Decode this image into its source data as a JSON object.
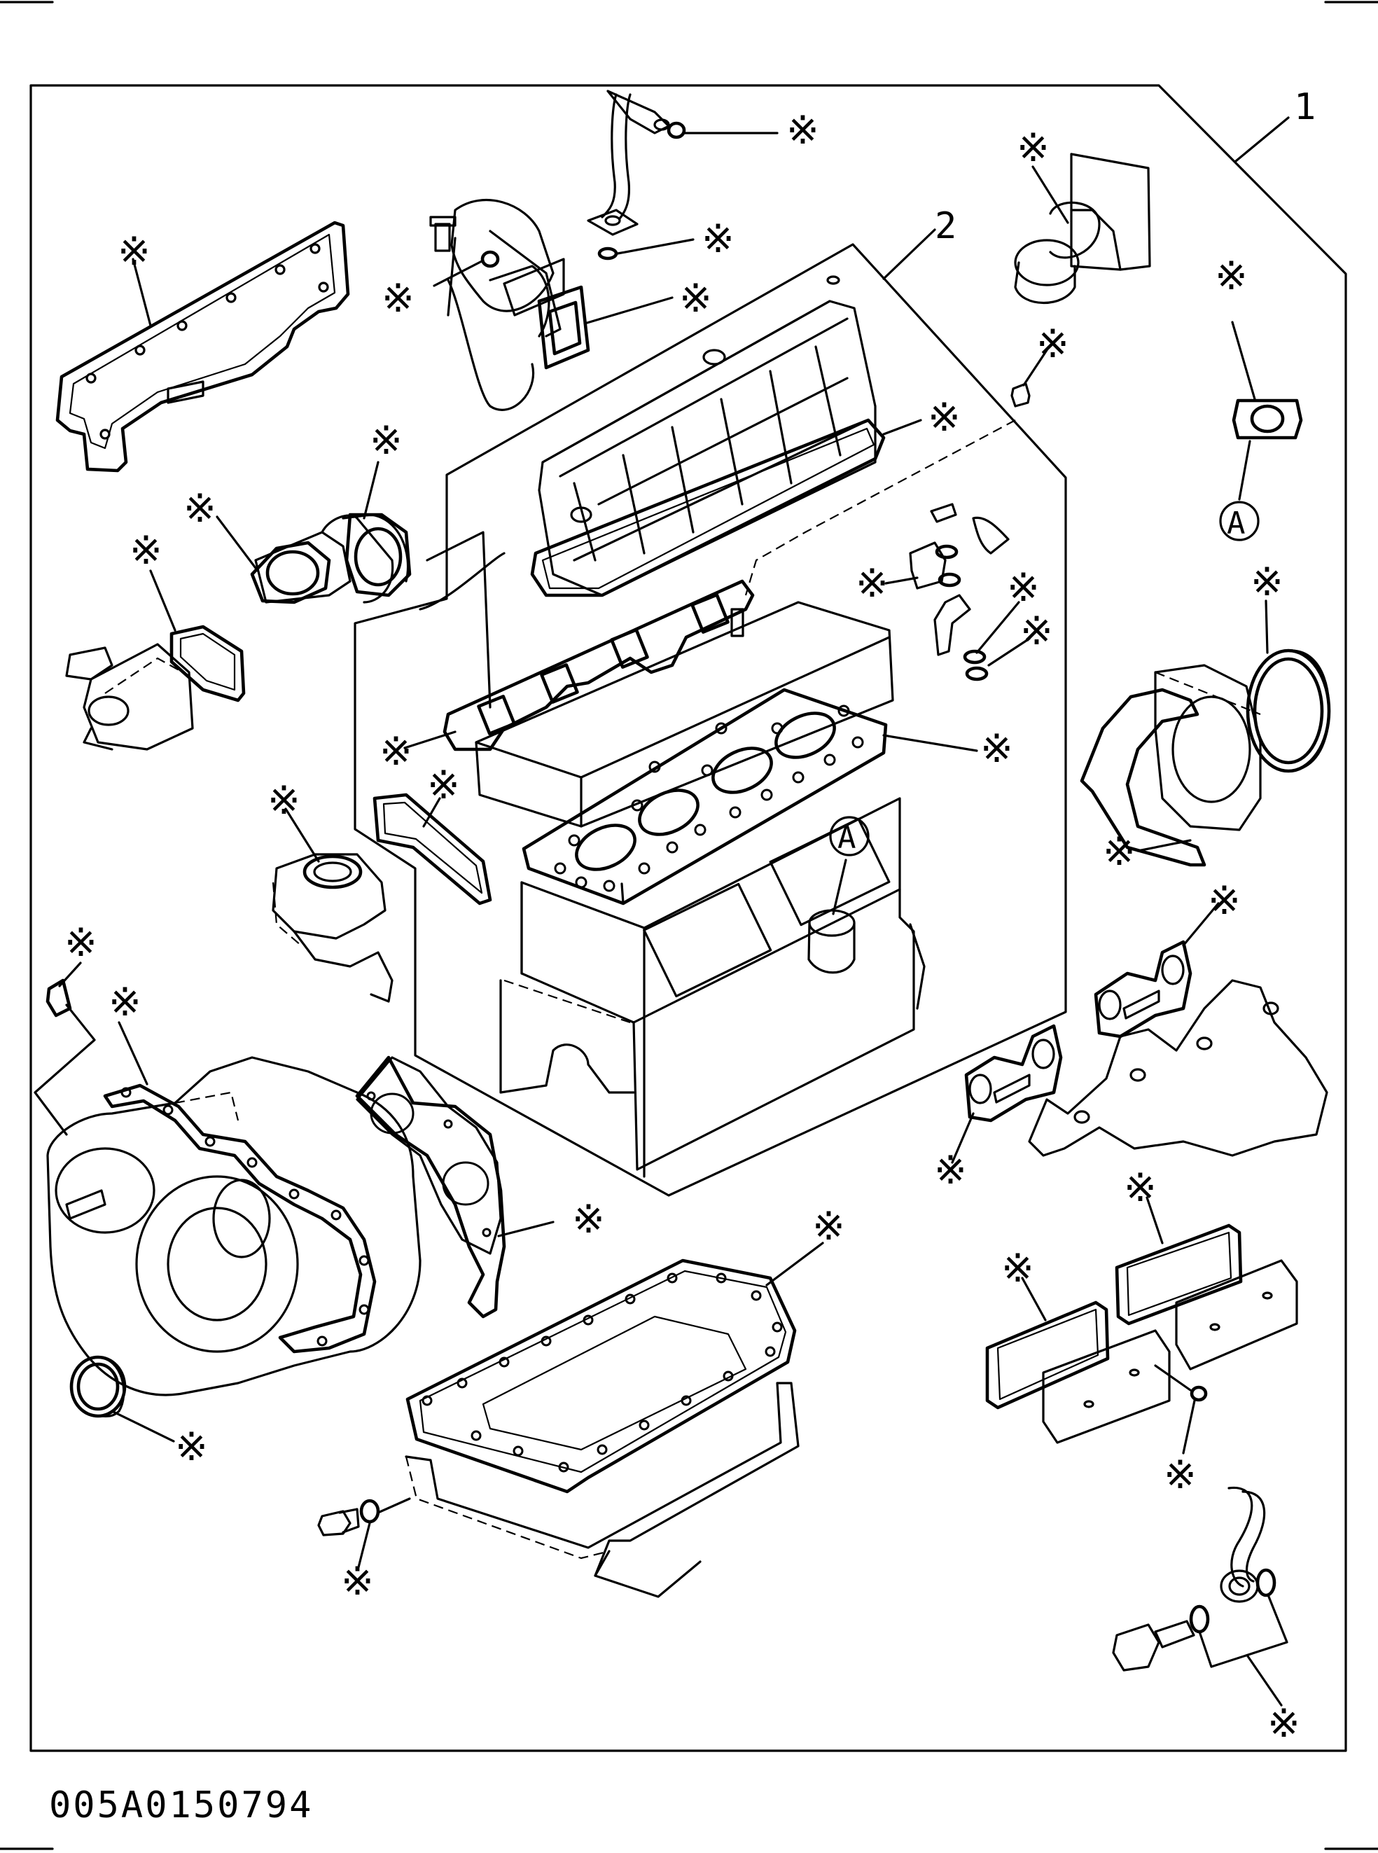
{
  "diagram": {
    "part_number": "005A0150794",
    "callouts": {
      "kit_full": "1",
      "kit_head": "2",
      "ref_a": "A",
      "star": "※"
    }
  }
}
